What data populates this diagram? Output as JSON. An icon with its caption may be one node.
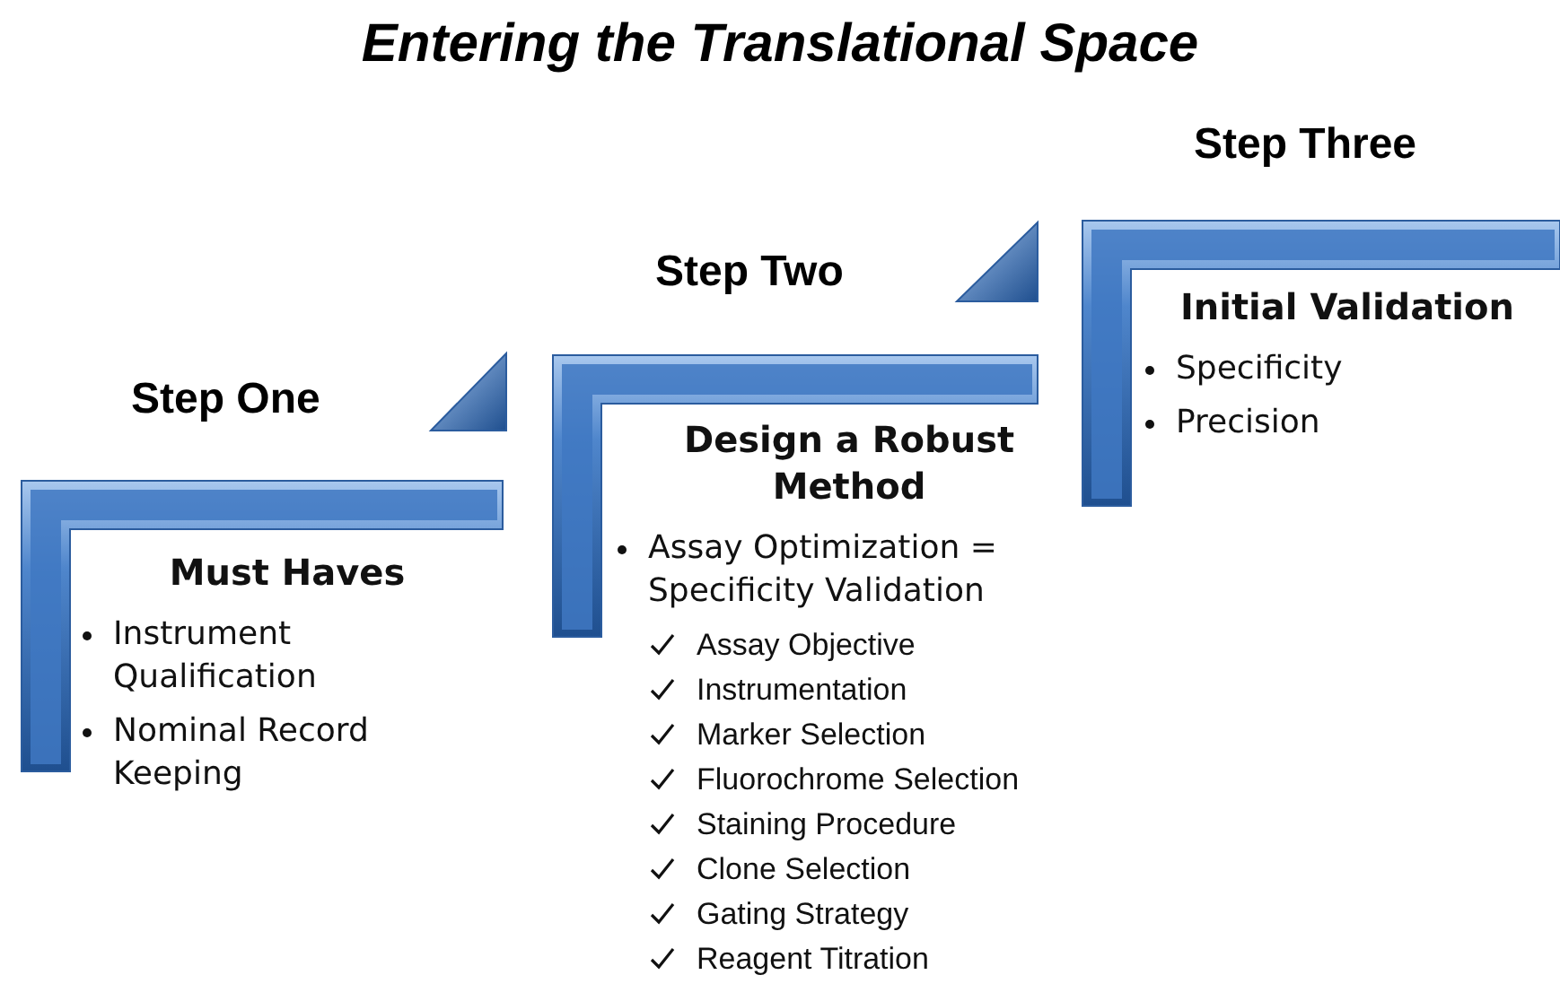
{
  "diagram": {
    "title": "Entering the Translational Space",
    "nodes": [
      {
        "text": [
          "Step One",
          "Must Haves",
          "Instrument Qualification",
          "Nominal Record Keeping"
        ]
      },
      {
        "text": [
          "Step Two",
          "Design a Robust Method",
          "Assay Optimization = Specificity Validation",
          "Assay Objective",
          "Instrumentation",
          "Marker Selection",
          "Fluorochrome Selection",
          "Staining Procedure",
          "Clone Selection",
          "Gating Strategy",
          "Reagent Titration"
        ]
      },
      {
        "text": [
          "Step Three",
          "Initial Validation",
          "Specificity",
          "Precision"
        ]
      }
    ]
  }
}
